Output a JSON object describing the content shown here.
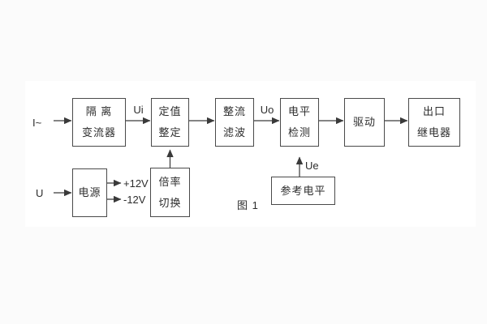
{
  "figure": {
    "caption": "图 1",
    "colors": {
      "line": "#3a3a3a",
      "box_border": "#4a4a4a",
      "text": "#2d2d2d",
      "panel": "#ffffff",
      "background": "#fbfbfb"
    }
  },
  "blocks": {
    "isolation_transformer": {
      "line1": "隔 离",
      "line2": "变流器"
    },
    "setting": {
      "line1": "定值",
      "line2": "整定"
    },
    "rectifier_filter": {
      "line1": "整流",
      "line2": "滤波"
    },
    "level_detector": {
      "line1": "电平",
      "line2": "检测"
    },
    "driver": {
      "line1": "驱动"
    },
    "output_relay": {
      "line1": "出口",
      "line2": "继电器"
    },
    "power_supply": {
      "line1": "电源"
    },
    "ratio_switch": {
      "line1": "倍率",
      "line2": "切换"
    },
    "reference_level": {
      "line1": "参考电平"
    }
  },
  "labels": {
    "input_current": "I~",
    "input_voltage": "U",
    "ui": "Ui",
    "uo": "Uo",
    "ue": "Ue",
    "plus_12v": "+12V",
    "minus_12v": "-12V"
  }
}
